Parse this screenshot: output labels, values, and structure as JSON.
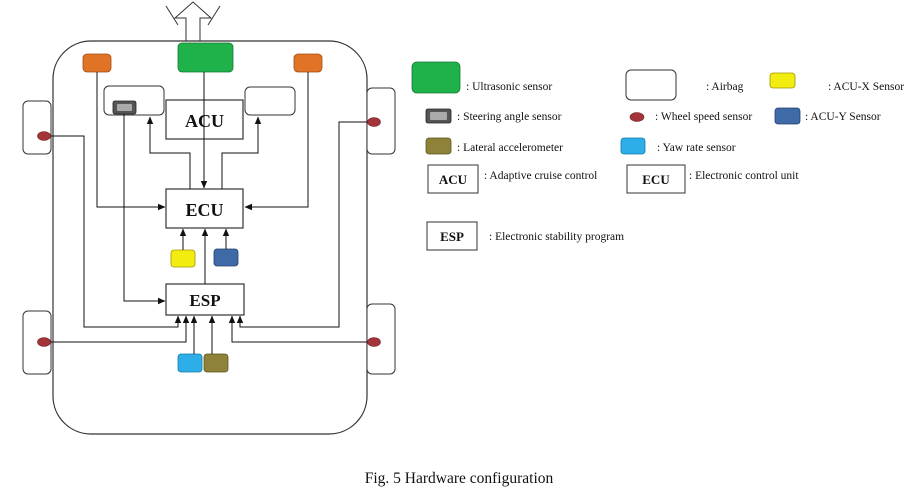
{
  "units": {
    "acu": "ACU",
    "ecu": "ECU",
    "esp": "ESP"
  },
  "legend": {
    "ultrasonic": ": Ultrasonic  sensor",
    "airbag": ": Airbag",
    "acu_x": ": ACU-X Sensor",
    "steering": ": Steering angle sensor",
    "wheel_speed": ": Wheel speed sensor",
    "acu_y": ": ACU-Y Sensor",
    "lateral": ": Lateral accelerometer",
    "yaw": ": Yaw rate sensor",
    "acu_def": ": Adaptive cruise control",
    "ecu_def": ": Electronic control unit",
    "esp_def": ": Electronic stability program"
  },
  "caption": "Fig. 5 Hardware configuration",
  "colors": {
    "ultrasonic": "#1fb14a",
    "orange_sensor": "#e07326",
    "acu_x": "#f2ec10",
    "acu_y": "#3f6aa8",
    "wheel_speed": "#a5343a",
    "lateral": "#8d8237",
    "yaw": "#2eaee9",
    "steering": "#555555"
  }
}
